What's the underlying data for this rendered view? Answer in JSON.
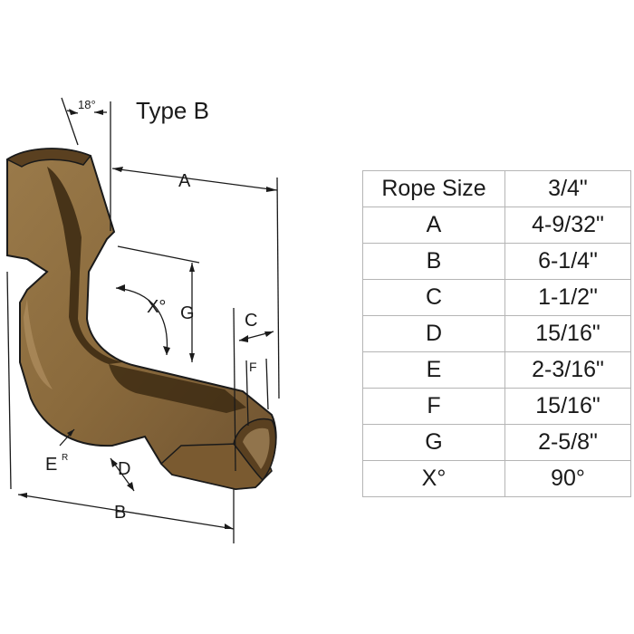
{
  "figure": {
    "title": "Type B",
    "angle_label": "18°",
    "dimension_labels": {
      "A": "A",
      "B": "B",
      "C": "C",
      "D": "D",
      "E": "E",
      "E_sup": "R",
      "F": "F",
      "G": "G",
      "X": "X°"
    }
  },
  "table": {
    "header": {
      "label": "Rope Size",
      "value": "3/4\""
    },
    "rows": [
      {
        "label": "A",
        "value": "4-9/32\""
      },
      {
        "label": "B",
        "value": "6-1/4\""
      },
      {
        "label": "C",
        "value": "1-1/2\""
      },
      {
        "label": "D",
        "value": "15/16\""
      },
      {
        "label": "E",
        "value": "2-3/16\""
      },
      {
        "label": "F",
        "value": "15/16\""
      },
      {
        "label": "G",
        "value": "2-5/8\""
      },
      {
        "label": "X°",
        "value": "90°"
      }
    ]
  },
  "colors": {
    "bronze": "#8a6a3c",
    "bronze_dark": "#4a3417",
    "bronze_light": "#a88a5c",
    "outline": "#1a1a1a"
  }
}
